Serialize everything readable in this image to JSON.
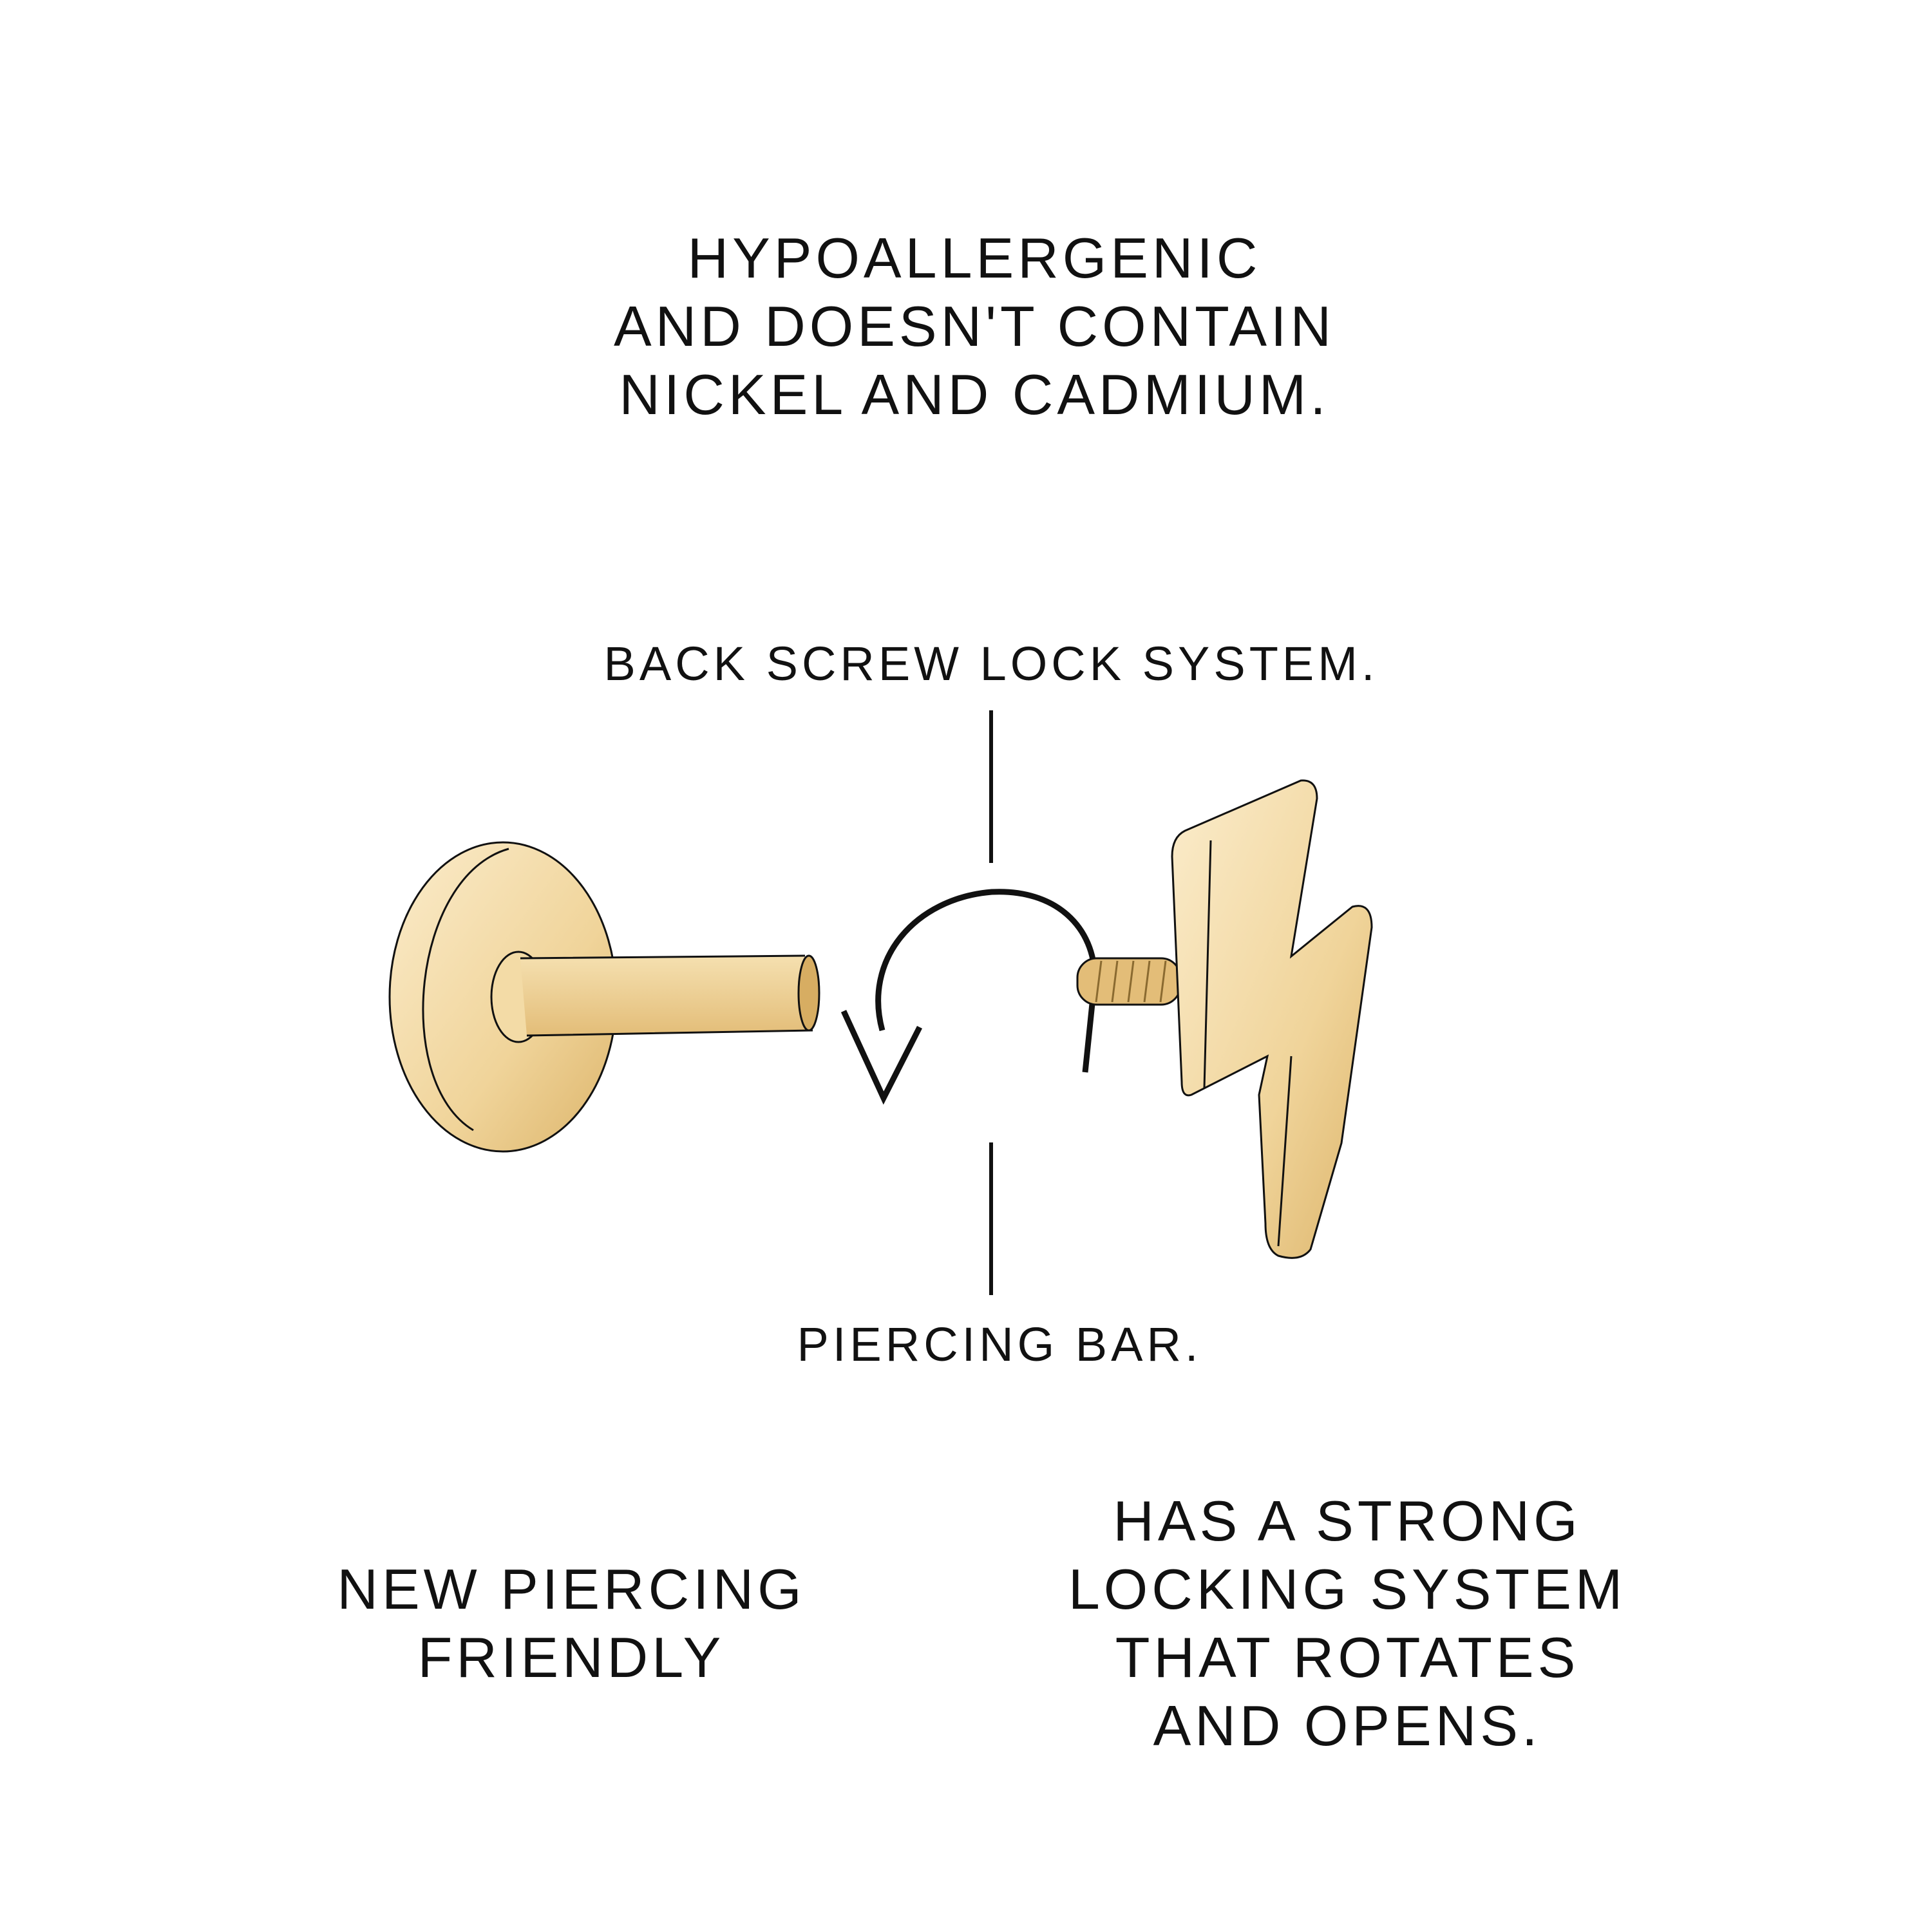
{
  "top_note": [
    "HYPOALLERGENIC",
    "AND DOESN'T CONTAIN",
    "NICKEL AND CADMIUM."
  ],
  "labels": {
    "back_screw": "BACK SCREW LOCK SYSTEM.",
    "piercing_bar": "PIERCING BAR."
  },
  "bottom_left": [
    "NEW PIERCING",
    "FRIENDLY"
  ],
  "bottom_right": [
    "HAS A STRONG",
    "LOCKING SYSTEM",
    "THAT ROTATES",
    "AND OPENS."
  ],
  "colors": {
    "gold_light": "#f7e2b0",
    "gold_mid": "#eccd8c",
    "gold_dark": "#d9ae62",
    "ink": "#111111"
  }
}
